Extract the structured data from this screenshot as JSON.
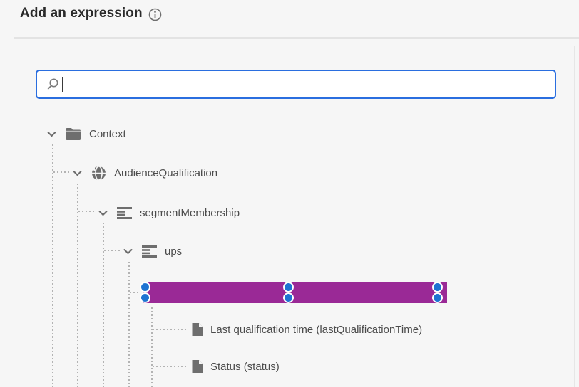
{
  "header": {
    "title": "Add an expression",
    "info_icon": "info-icon"
  },
  "search": {
    "value": "",
    "placeholder": "",
    "icon": "search-icon",
    "focused": true
  },
  "tree": {
    "nodes": [
      {
        "label": "Context",
        "icon": "folder-icon",
        "expanded": true,
        "depth": 0
      },
      {
        "label": "AudienceQualification",
        "icon": "globe-icon",
        "expanded": true,
        "depth": 1
      },
      {
        "label": "segmentMembership",
        "icon": "list-icon",
        "expanded": true,
        "depth": 2
      },
      {
        "label": "ups",
        "icon": "list-icon",
        "expanded": true,
        "depth": 3
      },
      {
        "label": "Last qualification time (lastQualificationTime)",
        "icon": "document-icon",
        "depth": 4
      },
      {
        "label": "Status (status)",
        "icon": "document-icon",
        "depth": 4
      }
    ]
  },
  "annotation": {
    "type": "redaction-selection-bar",
    "fill": "#9a2996",
    "handle_fill": "#1e73d2",
    "handle_border": "#ffffff",
    "handle_count": 6
  },
  "colors": {
    "background": "#f6f6f6",
    "title_text": "#2a2a2a",
    "tree_text": "#4b4b4b",
    "icon_gray": "#6e6e6e",
    "search_border_focus": "#2a6edf",
    "divider": "#e3e3e3",
    "connector_dots": "#b3b3b3"
  }
}
